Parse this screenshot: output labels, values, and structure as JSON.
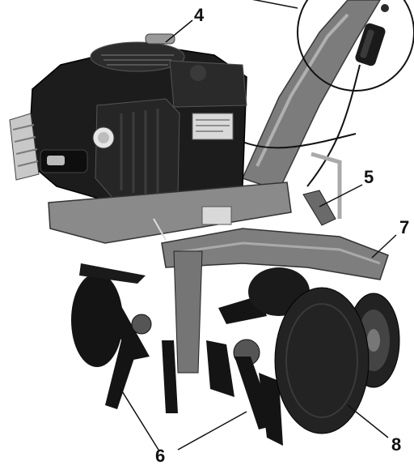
{
  "callouts": {
    "engine": "4",
    "handle_support": "5",
    "tines": "6",
    "rear_guard": "7",
    "side_disc": "8"
  },
  "colors": {
    "engine_body": "#1c1c1c",
    "frame": "#7a7a7a",
    "frame_light": "#a3a3a3",
    "tine": "#141414",
    "disc": "#232323",
    "label_plate": "#d9d9d9"
  }
}
